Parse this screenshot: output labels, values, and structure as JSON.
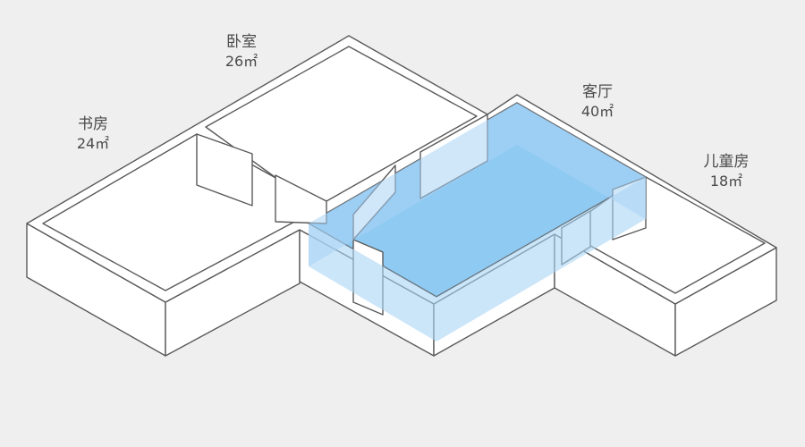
{
  "colors": {
    "background": "#efefef",
    "wall_stroke": "#5a5a5a",
    "wall_fill": "#ffffff",
    "highlight_fill": "#a9d4f5",
    "highlight_floor": "#8fcaf2"
  },
  "rooms": [
    {
      "key": "study",
      "name": "书房",
      "area": "24㎡",
      "highlighted": false
    },
    {
      "key": "bedroom",
      "name": "卧室",
      "area": "26㎡",
      "highlighted": false
    },
    {
      "key": "living",
      "name": "客厅",
      "area": "40㎡",
      "highlighted": true
    },
    {
      "key": "kids_room",
      "name": "儿童房",
      "area": "18㎡",
      "highlighted": false
    }
  ]
}
